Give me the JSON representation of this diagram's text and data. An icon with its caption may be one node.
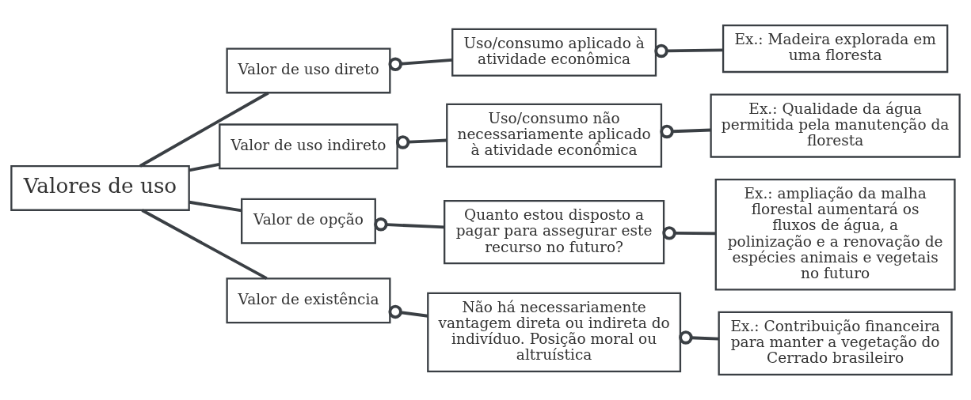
{
  "diagram": {
    "nodes": [
      {
        "text": [
          "Valores de uso"
        ]
      },
      {
        "text": [
          "Valor de uso direto"
        ]
      },
      {
        "text": [
          "Uso/consumo aplicado à atividade econômica"
        ]
      },
      {
        "text": [
          "Ex.: Madeira explorada em uma floresta"
        ]
      },
      {
        "text": [
          "Valor de uso indireto"
        ]
      },
      {
        "text": [
          "Uso/consumo não necessariamente aplicado à atividade econômica"
        ]
      },
      {
        "text": [
          "Ex.: Qualidade da água permitida pela manutenção da floresta"
        ]
      },
      {
        "text": [
          "Valor de opção"
        ]
      },
      {
        "text": [
          "Quanto estou disposto a pagar para assegurar este recurso no futuro?"
        ]
      },
      {
        "text": [
          "Ex.: ampliação da malha florestal aumentará os fluxos de água, a polinização e a renovação de espécies animais e vegetais no futuro"
        ]
      },
      {
        "text": [
          "Valor de existência"
        ]
      },
      {
        "text": [
          "Não há necessariamente vantagem direta ou indireta do indivíduo. Posição moral ou altruística"
        ]
      },
      {
        "text": [
          "Ex.: Contribuição financeira para manter a vegetação do Cerrado brasileiro"
        ]
      }
    ],
    "edges": [
      {
        "from": 0,
        "to": 1,
        "arrow": "none"
      },
      {
        "from": 1,
        "to": 2,
        "arrow": "other"
      },
      {
        "from": 2,
        "to": 3,
        "arrow": "other"
      },
      {
        "from": 0,
        "to": 4,
        "arrow": "none"
      },
      {
        "from": 4,
        "to": 5,
        "arrow": "other"
      },
      {
        "from": 5,
        "to": 6,
        "arrow": "other"
      },
      {
        "from": 0,
        "to": 7,
        "arrow": "none"
      },
      {
        "from": 7,
        "to": 8,
        "arrow": "other"
      },
      {
        "from": 8,
        "to": 9,
        "arrow": "other"
      },
      {
        "from": 0,
        "to": 10,
        "arrow": "none"
      },
      {
        "from": 10,
        "to": 11,
        "arrow": "other"
      },
      {
        "from": 11,
        "to": 12,
        "arrow": "other"
      }
    ]
  }
}
